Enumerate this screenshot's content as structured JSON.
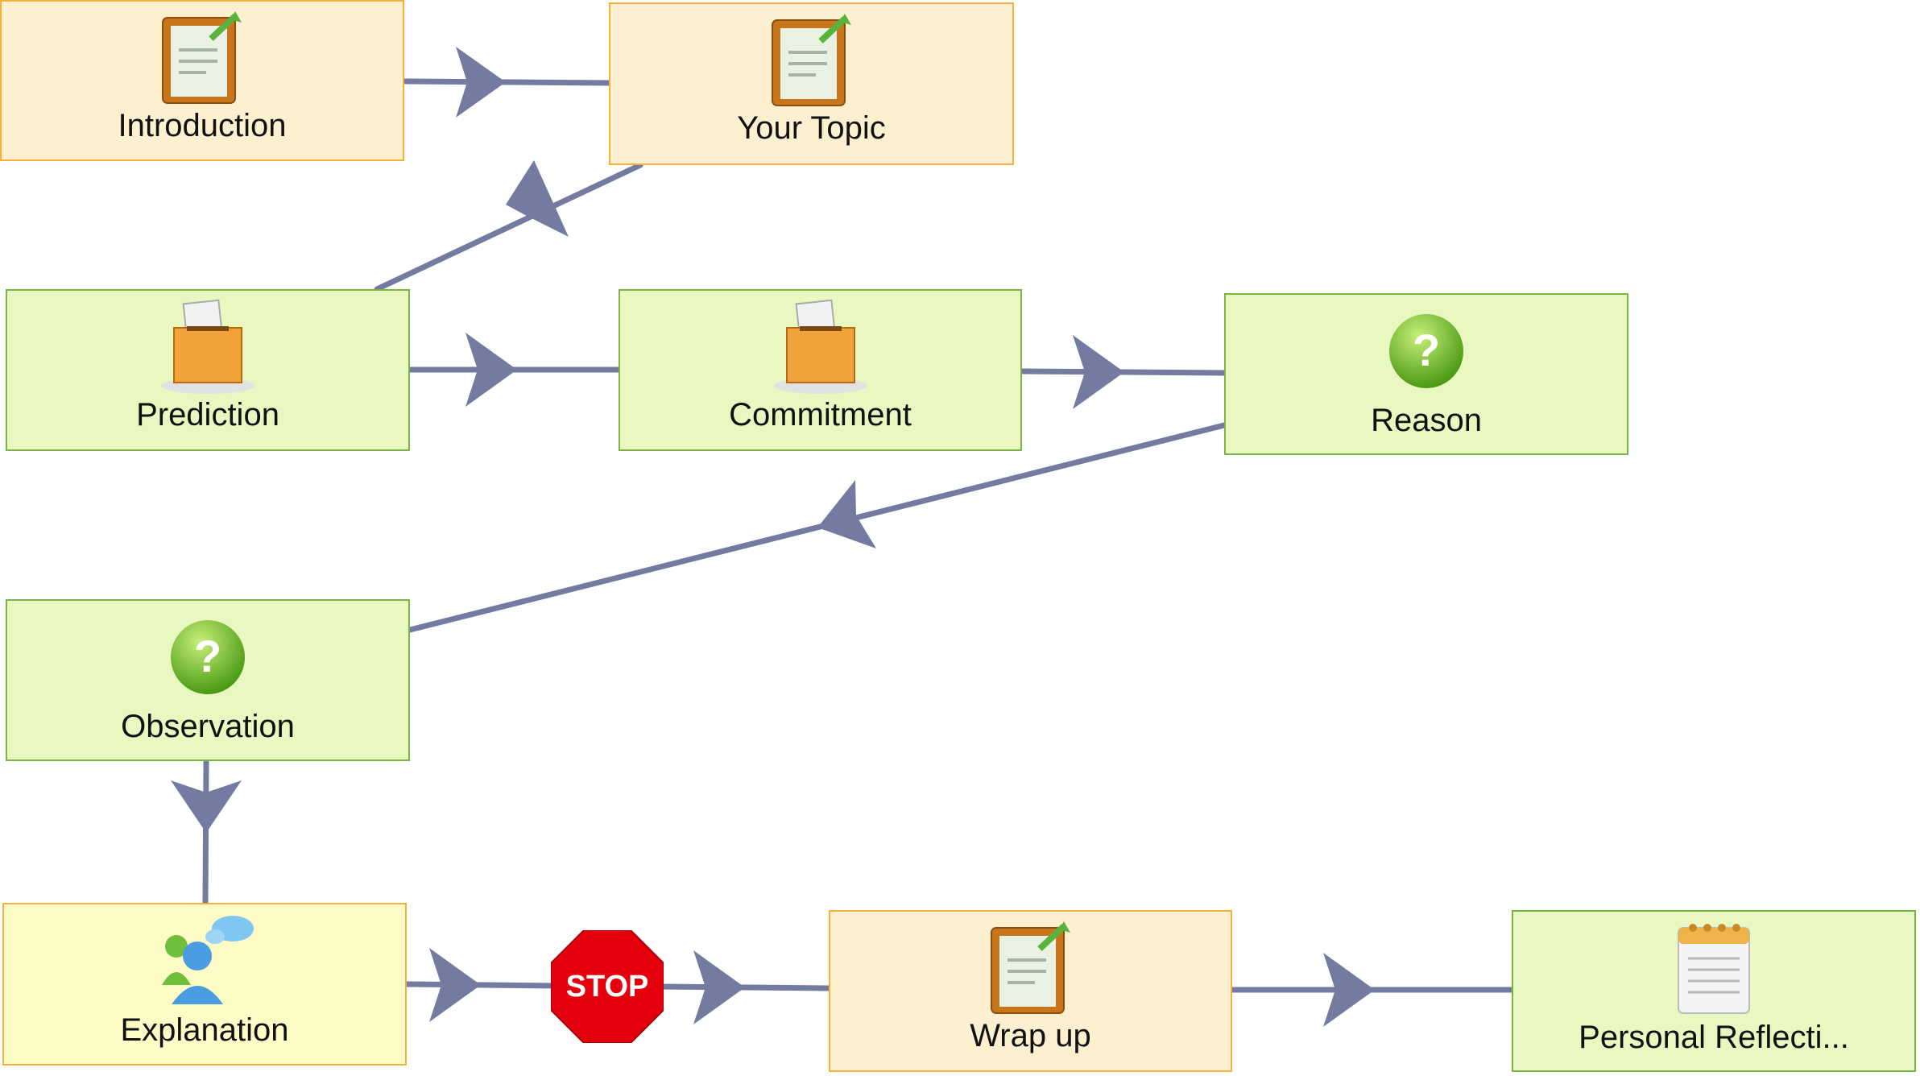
{
  "colors": {
    "edge": "#737ca0",
    "orange_fill": "#fcf0d1",
    "green_fill": "#e8f8c0",
    "yellow_fill": "#fdfbc6",
    "stop_red": "#e4000d"
  },
  "nodes": {
    "introduction": {
      "label": "Introduction",
      "icon": "clipboard-edit-icon"
    },
    "your_topic": {
      "label": "Your Topic",
      "icon": "clipboard-edit-icon"
    },
    "prediction": {
      "label": "Prediction",
      "icon": "ballot-box-icon"
    },
    "commitment": {
      "label": "Commitment",
      "icon": "ballot-box-icon"
    },
    "reason": {
      "label": "Reason",
      "icon": "question-icon"
    },
    "observation": {
      "label": "Observation",
      "icon": "question-icon"
    },
    "explanation": {
      "label": "Explanation",
      "icon": "chat-users-icon"
    },
    "wrap_up": {
      "label": "Wrap up",
      "icon": "clipboard-edit-icon"
    },
    "personal_reflection": {
      "label": "Personal Reflecti...",
      "icon": "notepad-icon"
    }
  },
  "stop_gate": {
    "label": "STOP",
    "icon": "stop-sign-icon"
  },
  "edges": [
    [
      "introduction",
      "your_topic"
    ],
    [
      "your_topic",
      "prediction"
    ],
    [
      "prediction",
      "commitment"
    ],
    [
      "commitment",
      "reason"
    ],
    [
      "reason",
      "observation"
    ],
    [
      "observation",
      "explanation"
    ],
    [
      "explanation",
      "stop_gate"
    ],
    [
      "stop_gate",
      "wrap_up"
    ],
    [
      "wrap_up",
      "personal_reflection"
    ]
  ]
}
